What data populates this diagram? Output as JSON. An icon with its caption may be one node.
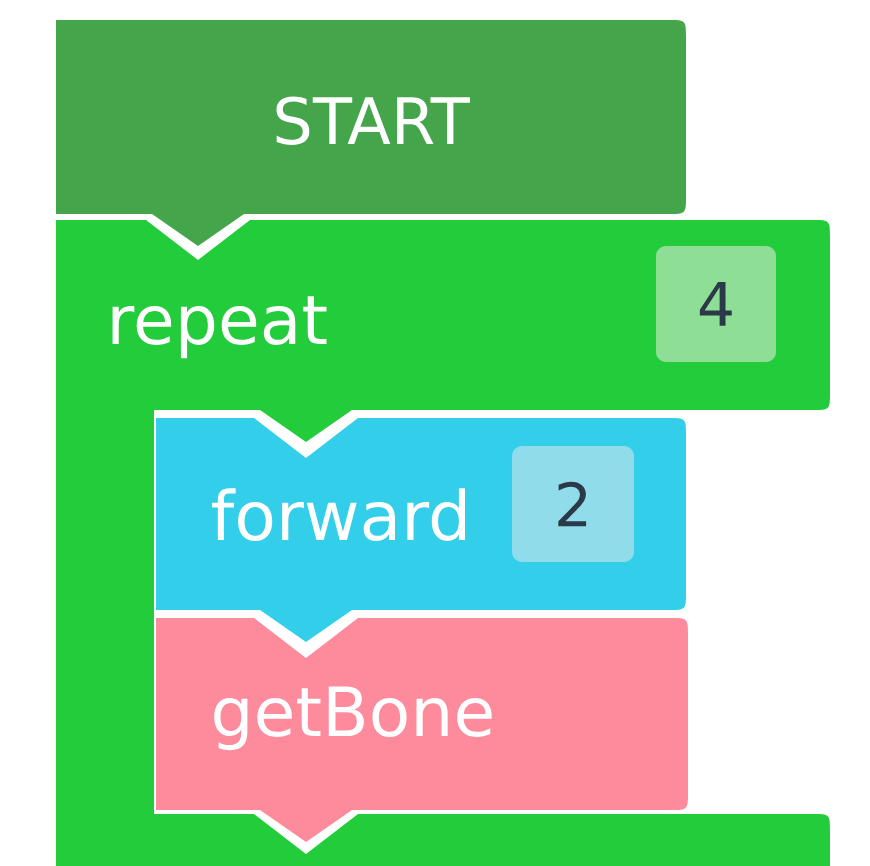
{
  "diagram": {
    "nodes": [
      {
        "text": [
          "START"
        ]
      },
      {
        "text": [
          "repeat"
        ]
      },
      {
        "text": [
          "4"
        ],
        "in": 1
      },
      {
        "text": [
          "forward"
        ],
        "in": 1
      },
      {
        "text": [
          "2"
        ],
        "in": 3
      },
      {
        "text": [
          "getBone"
        ],
        "in": 1
      }
    ]
  }
}
